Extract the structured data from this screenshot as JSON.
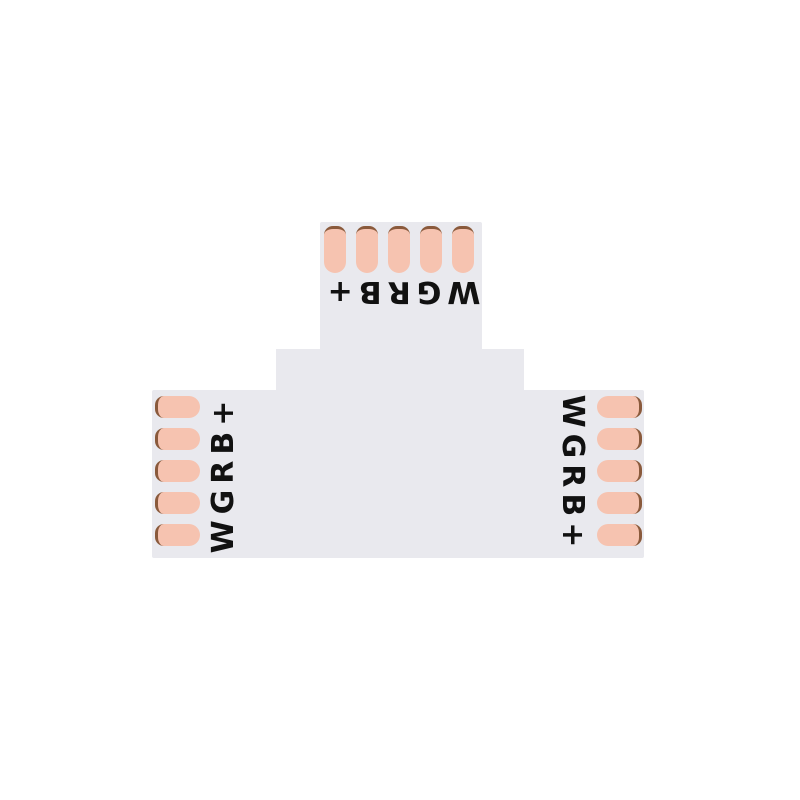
{
  "image": {
    "subject": "T-shaped RGBW LED strip connector PCB",
    "background_color": "#ffffff",
    "board_color": "#e9e9ee",
    "pad_color": "#f6c3b0",
    "pad_edge_color": "#8a5a3c",
    "text_color": "#111111"
  },
  "connectors": {
    "top": {
      "pad_count": 5,
      "label": "WGRB+"
    },
    "left": {
      "pad_count": 5,
      "label": "WGRB+"
    },
    "right": {
      "pad_count": 5,
      "label": "WGRB+"
    }
  }
}
